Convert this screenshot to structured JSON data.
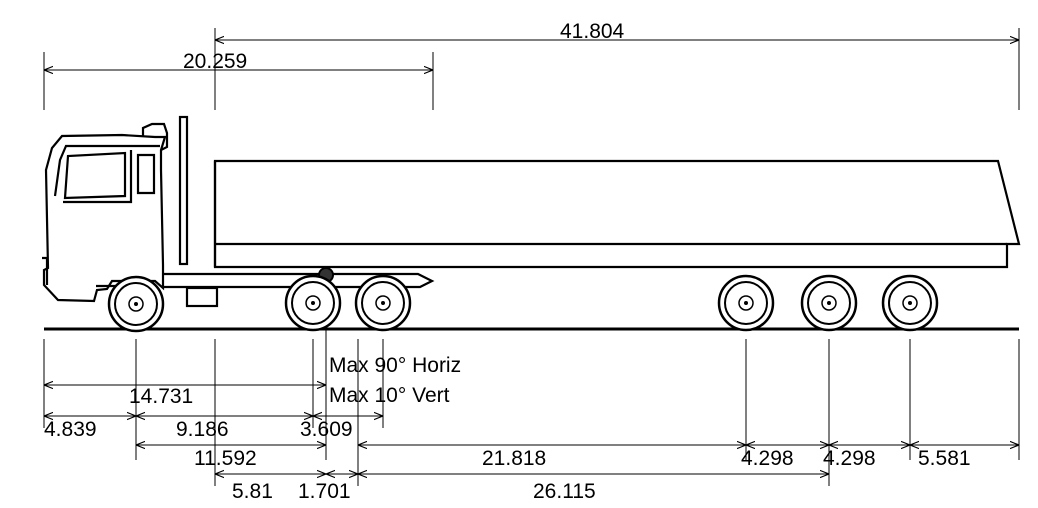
{
  "colors": {
    "line": "#000000",
    "background": "#ffffff"
  },
  "dimensions": {
    "overall_length": "41.804",
    "cab_to_kingpin": "20.259",
    "front_overhang": "4.839",
    "front_axle_to_kingpin": "14.731",
    "front_to_rear_axle": "9.186",
    "tandem_spread": "3.609",
    "front_axle_to_drive_center": "11.592",
    "cab_back_to_hitch": "5.81",
    "hitch_offset": "1.701",
    "hitch_to_trailer_axle": "21.818",
    "trailer_axle_spacing_1": "4.298",
    "trailer_axle_spacing_2": "4.298",
    "rear_overhang": "5.581",
    "hitch_to_rear_axle": "26.115"
  },
  "notes": {
    "horizontal_limit": "Max 90° Horiz",
    "vertical_limit": "Max 10° Vert"
  }
}
